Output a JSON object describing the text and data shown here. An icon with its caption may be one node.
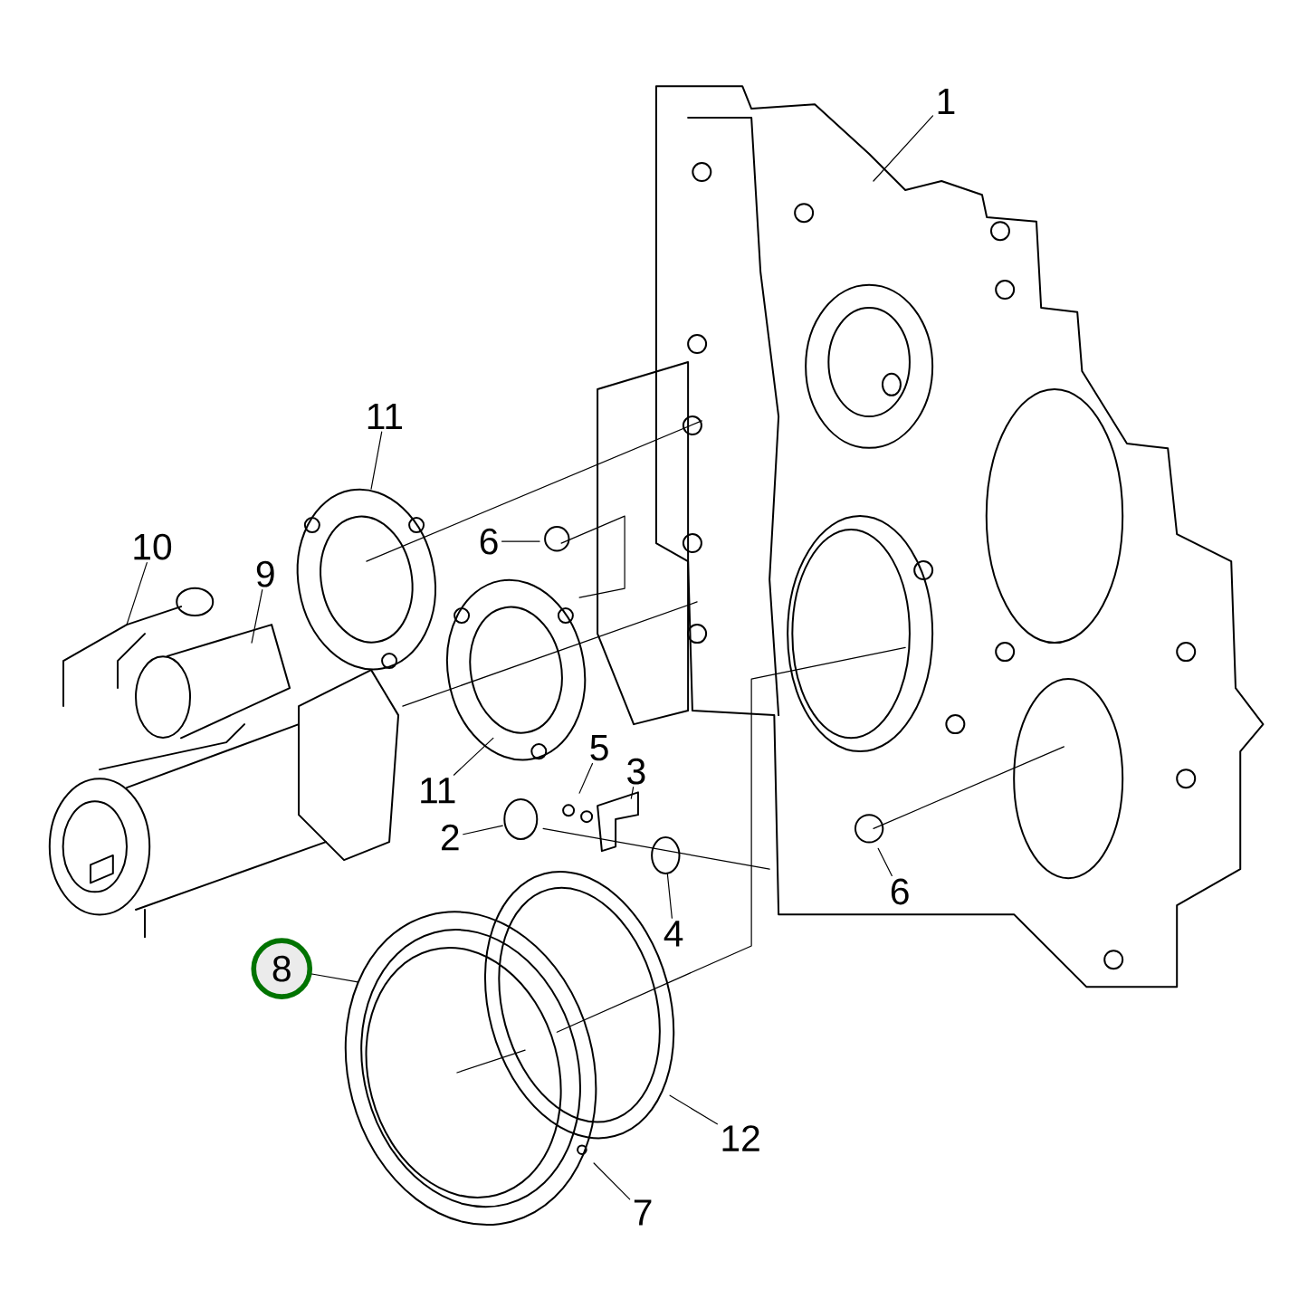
{
  "diagram": {
    "nodes": [
      {
        "text": [
          "1"
        ]
      },
      {
        "text": [
          "11"
        ]
      },
      {
        "text": [
          "6"
        ]
      },
      {
        "text": [
          "10"
        ]
      },
      {
        "text": [
          "9"
        ]
      },
      {
        "text": [
          "5"
        ]
      },
      {
        "text": [
          "3"
        ]
      },
      {
        "text": [
          "11"
        ]
      },
      {
        "text": [
          "2"
        ]
      },
      {
        "text": [
          "6"
        ]
      },
      {
        "text": [
          "4"
        ]
      },
      {
        "text": [
          "8"
        ]
      },
      {
        "text": [
          "12"
        ]
      },
      {
        "text": [
          "7"
        ]
      }
    ],
    "edges": [
      {
        "from": 0,
        "to": null,
        "arrow": "none"
      },
      {
        "from": 1,
        "to": null,
        "arrow": "none"
      },
      {
        "from": 2,
        "to": null,
        "arrow": "none"
      },
      {
        "from": 3,
        "to": null,
        "arrow": "none"
      },
      {
        "from": 4,
        "to": null,
        "arrow": "none"
      },
      {
        "from": 5,
        "to": null,
        "arrow": "none"
      },
      {
        "from": 6,
        "to": null,
        "arrow": "none"
      },
      {
        "from": 7,
        "to": null,
        "arrow": "none"
      },
      {
        "from": 8,
        "to": null,
        "arrow": "none"
      },
      {
        "from": 9,
        "to": null,
        "arrow": "none"
      },
      {
        "from": 10,
        "to": null,
        "arrow": "none"
      },
      {
        "from": 11,
        "to": null,
        "arrow": "none"
      },
      {
        "from": 12,
        "to": null,
        "arrow": "none"
      },
      {
        "from": 13,
        "to": null,
        "arrow": "none"
      }
    ]
  }
}
